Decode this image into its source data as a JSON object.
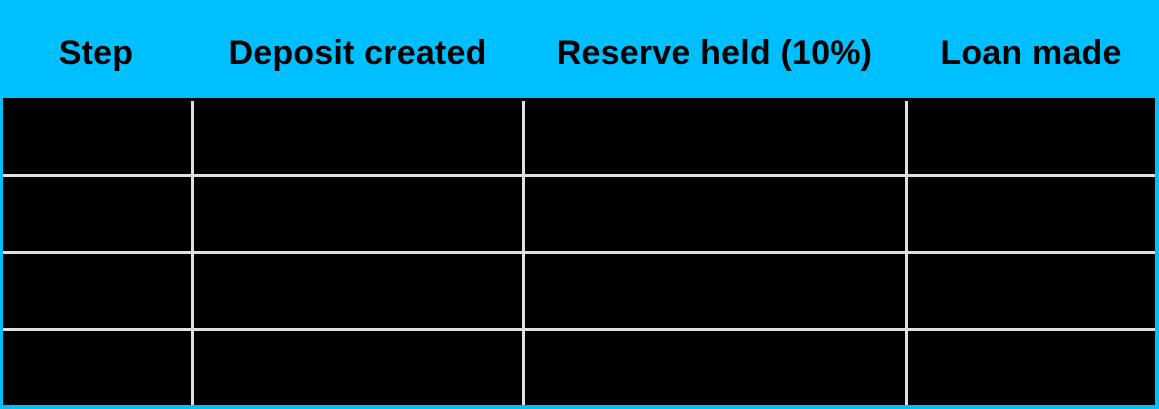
{
  "table": {
    "header_color": "#00BFFF",
    "body_color": "#000000",
    "grid_color": "#E0E0E0",
    "columns": [
      {
        "label": "Step"
      },
      {
        "label": "Deposit created"
      },
      {
        "label": "Reserve held (10%)"
      },
      {
        "label": "Loan made"
      }
    ],
    "rows": [
      {
        "cells": [
          "",
          "",
          "",
          ""
        ]
      },
      {
        "cells": [
          "",
          "",
          "",
          ""
        ]
      },
      {
        "cells": [
          "",
          "",
          "",
          ""
        ]
      },
      {
        "cells": [
          "",
          "",
          "",
          ""
        ]
      }
    ]
  }
}
